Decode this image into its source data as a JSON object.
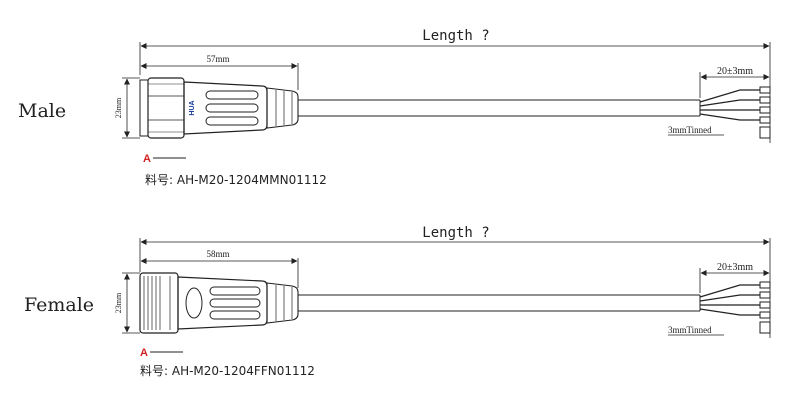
{
  "colors": {
    "line": "#222222",
    "marker": "#d32222",
    "brand": "#1a3e9a"
  },
  "variants": [
    {
      "label": "Male",
      "overall_length": "Length ?",
      "connector_length": "57mm",
      "height": "23mm",
      "strip_length": "20±3mm",
      "tinned": "3mmTinned",
      "marker": "A",
      "brand": "HUA",
      "part_label": "料号: AH-M20-1204MMN01112"
    },
    {
      "label": "Female",
      "overall_length": "Length ?",
      "connector_length": "58mm",
      "height": "23mm",
      "strip_length": "20±3mm",
      "tinned": "3mmTinned",
      "marker": "A",
      "part_label": "料号: AH-M20-1204FFN01112"
    }
  ]
}
